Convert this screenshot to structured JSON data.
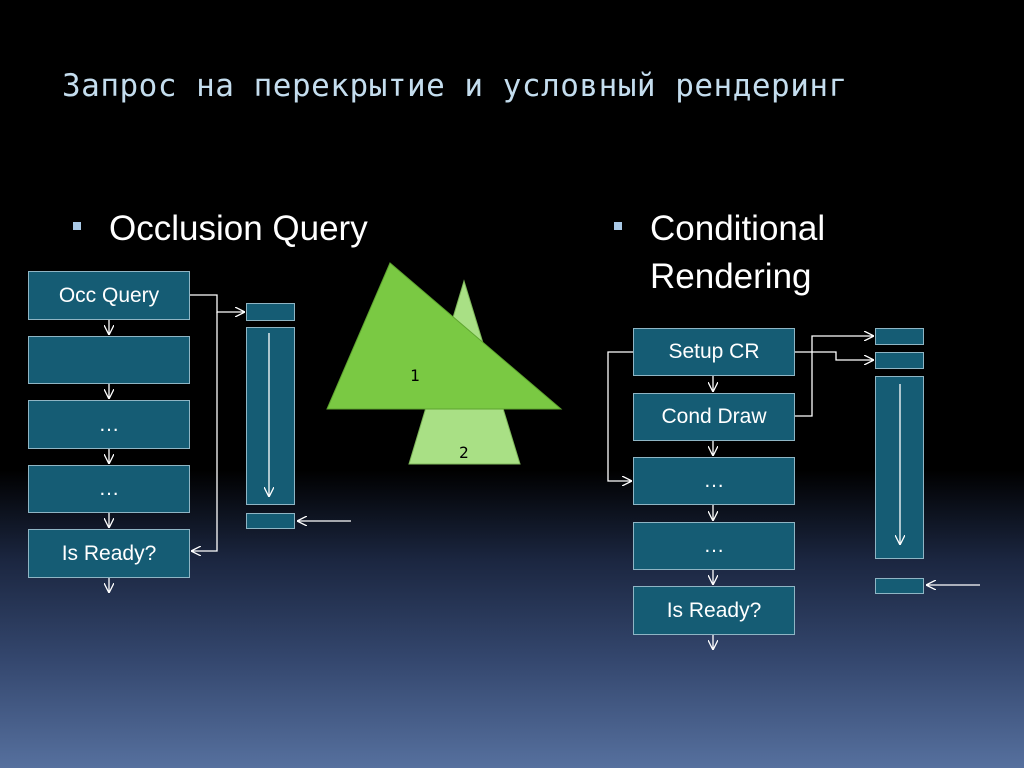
{
  "title": "Запрос на перекрытие и условный рендеринг",
  "left": {
    "bullet": "Occlusion Query",
    "blocks": [
      "Occ Query",
      "",
      "…",
      "…",
      "Is Ready?"
    ]
  },
  "right": {
    "bullet_line1": "Conditional",
    "bullet_line2": "Rendering",
    "blocks": [
      "Setup CR",
      "Cond Draw",
      "…",
      "…",
      "Is Ready?"
    ]
  },
  "triangles": {
    "label1": "1",
    "label2": "2"
  },
  "colors": {
    "background_top": "#000000",
    "background_bottom": "#56709e",
    "block_fill": "#155c74",
    "block_border": "#8fb5c4",
    "triangle1": "#7ac943",
    "triangle2": "#a9e085",
    "title_text": "#c4ddee"
  }
}
